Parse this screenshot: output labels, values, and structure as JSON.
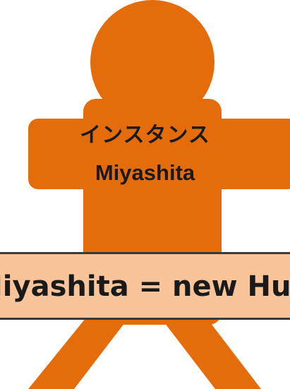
{
  "figure": {
    "label_line1": "インスタンス",
    "label_line2": "Miyashita",
    "fill_color": "#e46c0a"
  },
  "banner": {
    "code_text": "Miyashita = new Hu",
    "fill_color": "#f9c499",
    "border_color": "#3a3a3a"
  }
}
